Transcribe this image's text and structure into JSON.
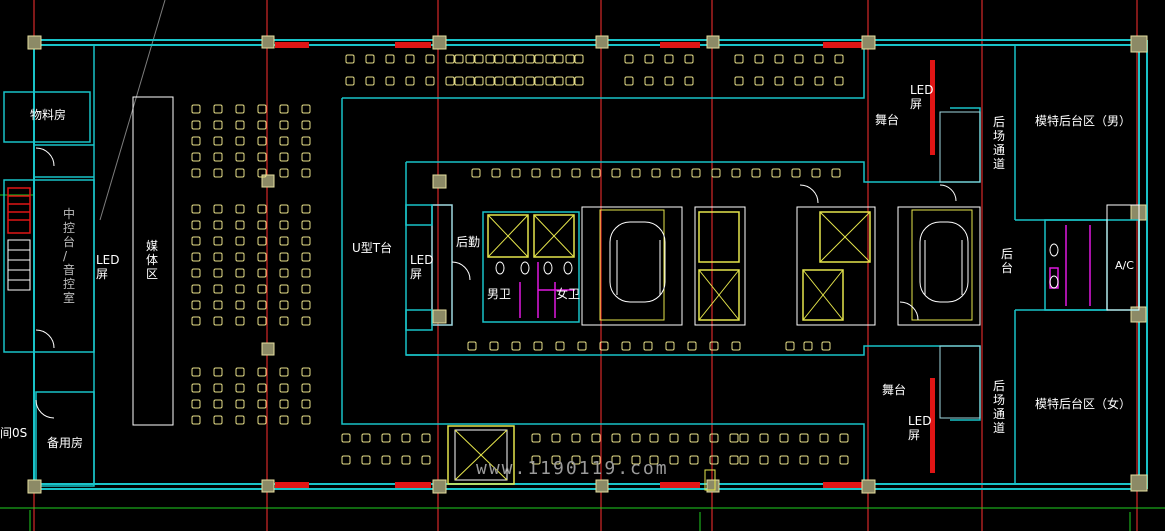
{
  "colors": {
    "background": "#000000",
    "wall": "#19c3c8",
    "column": "#b3ad7a",
    "seat": "#e8e08a",
    "stage_edge": "#9fd9e0",
    "red_mark": "#e01515",
    "grid_line": "#ff3030",
    "green_line": "#1fd01f",
    "grey_line": "#7d7d7d",
    "magenta": "#e018e0",
    "yellow": "#e6e64c"
  },
  "labels": {
    "material_room": "物料房",
    "control_room": "中\n控\n台\n/\n音\n控\n室",
    "led_left": "LED\n屏",
    "media_zone": "媒\n体\n区",
    "u_stage": "U型T台",
    "backstage_small": "后勤",
    "led_center": "LED\n屏",
    "mens_wc": "男卫",
    "womens_wc": "女卫",
    "led_top": "LED\n屏",
    "stage_top": "舞台",
    "passage_top": "后\n场\n通\n道",
    "model_area_male": "模特后台区（男）",
    "backstage_right": "后\n台",
    "ac": "A/C",
    "stage_bottom": "舞台",
    "led_bottom": "LED\n屏",
    "passage_bottom": "后\n场\n通\n道",
    "model_area_female": "模特后台区（女）",
    "room_partial": "间0S",
    "spare_room": "备用房",
    "watermark": "www.1190119.com"
  }
}
